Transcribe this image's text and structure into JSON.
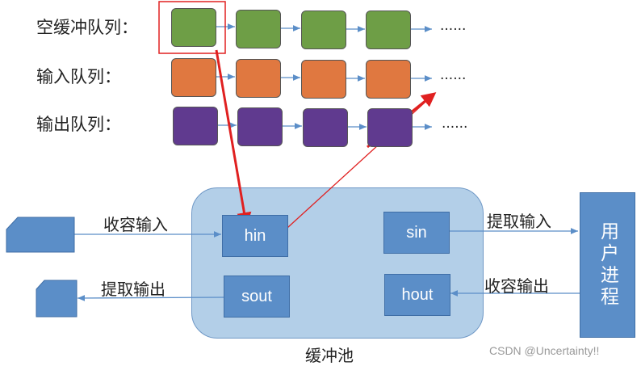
{
  "queues": [
    {
      "label": "空缓冲队列：",
      "ellipsis": "......"
    },
    {
      "label": "输入队列：",
      "ellipsis": "......"
    },
    {
      "label": "输出队列：",
      "ellipsis": "......"
    }
  ],
  "pool": {
    "label": "缓冲池",
    "hin": "hin",
    "sin": "sin",
    "sout": "sout",
    "hout": "hout"
  },
  "flows": {
    "collect_input": "收容输入",
    "extract_input": "提取输入",
    "extract_output": "提取输出",
    "collect_output": "收容输出"
  },
  "user_process": "用户进程",
  "watermark": "CSDN @Uncertainty!!",
  "colors": {
    "empty": "#6e9e46",
    "input": "#e07840",
    "output": "#603a8f",
    "node": "#5b8ec8",
    "pool": "#b3cfe8",
    "highlight": "#e02020"
  }
}
